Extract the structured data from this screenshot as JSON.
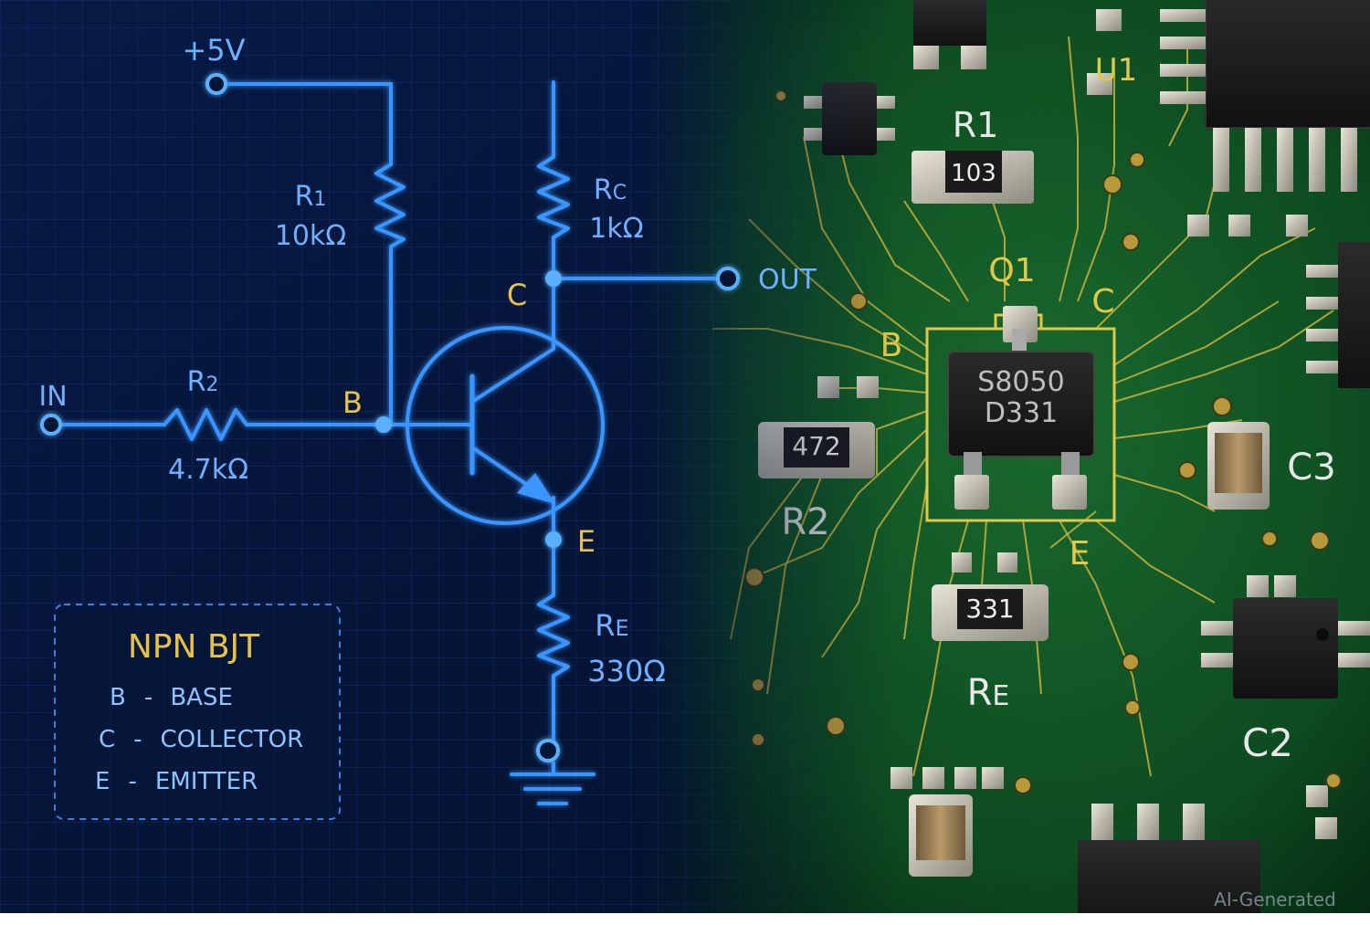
{
  "schematic": {
    "supply_label": "+5V",
    "input_label": "IN",
    "output_label": "OUT",
    "r1": {
      "name_main": "R",
      "name_sub": "1",
      "value": "10kΩ"
    },
    "r2": {
      "name_main": "R",
      "name_sub": "2",
      "value": "4.7kΩ"
    },
    "rc": {
      "name_main": "R",
      "name_sub": "C",
      "value": "1kΩ"
    },
    "re": {
      "name_main": "R",
      "name_sub": "E",
      "value": "330Ω"
    },
    "node_b": "B",
    "node_c": "C",
    "node_e": "E"
  },
  "legend": {
    "title": "NPN BJT",
    "items": [
      {
        "pin": "B",
        "dash": "-",
        "desc": "BASE"
      },
      {
        "pin": "C",
        "dash": "-",
        "desc": "COLLECTOR"
      },
      {
        "pin": "E",
        "dash": "-",
        "desc": "EMITTER"
      }
    ]
  },
  "pcb": {
    "u1_label": "U1",
    "q1_label": "Q1",
    "pin_b": "B",
    "pin_c": "C",
    "pin_e": "E",
    "chip_line1": "S8050",
    "chip_line2": "D331",
    "r1": {
      "label": "R1",
      "code": "103"
    },
    "r2": {
      "label": "R2",
      "code": "472"
    },
    "re": {
      "label_main": "R",
      "label_sub": "E",
      "code": "331"
    },
    "c2_label": "C2",
    "c3_label": "C3"
  },
  "watermark": "AI-Generated",
  "colors": {
    "schematic_bg": "#06153a",
    "wire": "#2f8cff",
    "wire_core": "#8cc4ff",
    "label_blue": "#6fb0ff",
    "label_yellow": "#e6c24a",
    "pcb_green": "#0f4a22",
    "trace": "#c9b23e",
    "pad": "#c9c6b8"
  }
}
